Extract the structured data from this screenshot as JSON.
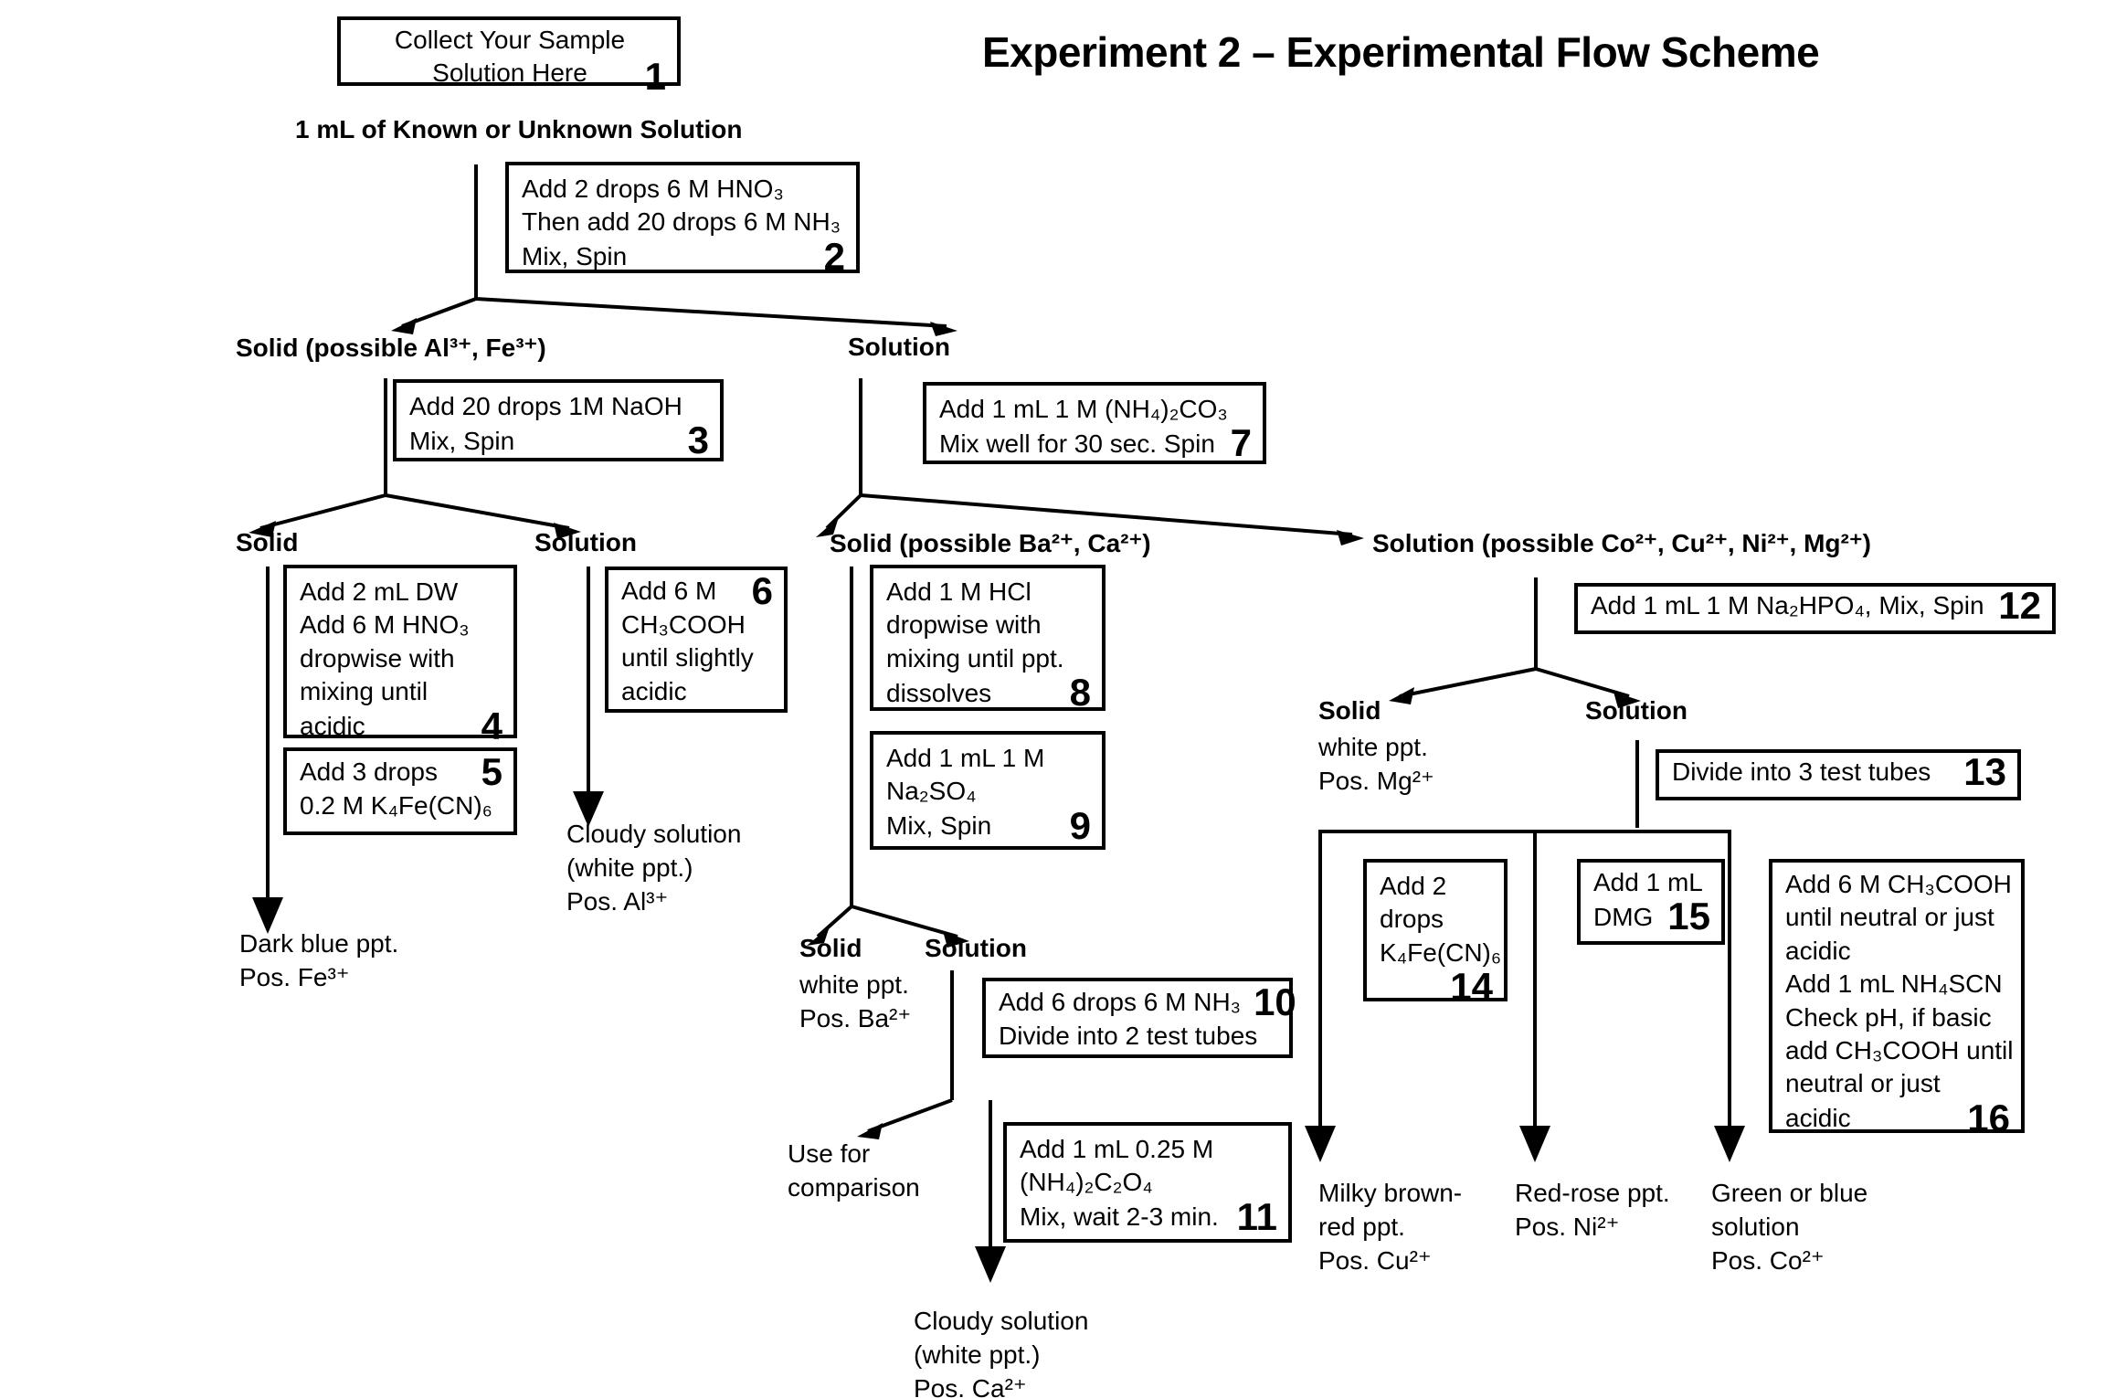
{
  "title": "Experiment 2 – Experimental Flow Scheme",
  "steps": {
    "s1": {
      "number": "1",
      "lines": [
        "Collect Your Sample",
        "Solution Here"
      ]
    },
    "s2": {
      "number": "2",
      "lines": [
        "Add 2 drops 6 M HNO₃",
        "Then add 20 drops 6 M NH₃",
        "Mix, Spin"
      ]
    },
    "s3": {
      "number": "3",
      "lines": [
        "Add 20 drops 1M NaOH",
        "Mix, Spin"
      ]
    },
    "s4": {
      "number": "4",
      "lines": [
        "Add 2 mL DW",
        "Add 6 M HNO₃",
        "dropwise with",
        "mixing until",
        "acidic"
      ]
    },
    "s5": {
      "number": "5",
      "lines": [
        "Add 3 drops",
        "0.2 M K₄Fe(CN)₆"
      ]
    },
    "s6": {
      "number": "6",
      "lines": [
        "Add 6 M",
        "CH₃COOH",
        "until slightly",
        "acidic"
      ]
    },
    "s7": {
      "number": "7",
      "lines": [
        "Add 1 mL 1 M (NH₄)₂CO₃",
        "Mix well for 30 sec. Spin"
      ]
    },
    "s8": {
      "number": "8",
      "lines": [
        "Add 1 M HCl",
        "dropwise with",
        "mixing until ppt.",
        "dissolves"
      ]
    },
    "s9": {
      "number": "9",
      "lines": [
        "Add 1 mL 1 M",
        "Na₂SO₄",
        "Mix, Spin"
      ]
    },
    "s10": {
      "number": "10",
      "lines": [
        "Add 6 drops 6 M NH₃",
        "Divide into 2 test tubes"
      ]
    },
    "s11": {
      "number": "11",
      "lines": [
        "Add 1 mL 0.25 M",
        "(NH₄)₂C₂O₄",
        "Mix, wait 2-3 min."
      ]
    },
    "s12": {
      "number": "12",
      "lines": [
        "Add 1 mL 1 M Na₂HPO₄, Mix, Spin"
      ]
    },
    "s13": {
      "number": "13",
      "lines": [
        "Divide into 3 test tubes"
      ]
    },
    "s14": {
      "number": "14",
      "lines": [
        "Add 2",
        "drops",
        "K₄Fe(CN)₆"
      ]
    },
    "s15": {
      "number": "15",
      "lines": [
        "Add 1 mL",
        "DMG"
      ]
    },
    "s16": {
      "number": "16",
      "lines": [
        "Add 6 M CH₃COOH",
        "until neutral or just",
        "acidic",
        "Add 1 mL NH₄SCN",
        "Check pH, if basic",
        "add CH₃COOH until",
        "neutral or just",
        "acidic"
      ]
    }
  },
  "labels": {
    "known_unknown": "1 mL of Known or Unknown Solution",
    "solid_al_fe": "Solid (possible  Al³⁺, Fe³⁺)",
    "solution_top": "Solution",
    "solid_3": "Solid",
    "solution_3": "Solution",
    "solid_ba_ca": "Solid (possible Ba²⁺, Ca²⁺)",
    "solution_co_cu_ni_mg": "Solution (possible  Co²⁺, Cu²⁺, Ni²⁺, Mg²⁺)",
    "solid_12": "Solid",
    "solution_12": "Solution",
    "solid_9": "Solid",
    "solution_9": "Solution"
  },
  "results": {
    "fe": [
      "Dark blue ppt.",
      "Pos. Fe³⁺"
    ],
    "al": [
      "Cloudy solution",
      "(white ppt.)",
      "Pos. Al³⁺"
    ],
    "ba": [
      "white ppt.",
      "Pos. Ba²⁺"
    ],
    "use_for_comparison": [
      "Use for",
      "comparison"
    ],
    "ca": [
      "Cloudy solution",
      "(white ppt.)",
      "Pos. Ca²⁺"
    ],
    "mg": [
      "white ppt.",
      "Pos. Mg²⁺"
    ],
    "cu": [
      "Milky brown-",
      "red ppt.",
      "Pos. Cu²⁺"
    ],
    "ni": [
      "Red-rose ppt.",
      "Pos. Ni²⁺"
    ],
    "co": [
      "Green or blue",
      "solution",
      "Pos. Co²⁺"
    ]
  },
  "colors": {
    "ink": "#000000",
    "background": "#ffffff"
  }
}
